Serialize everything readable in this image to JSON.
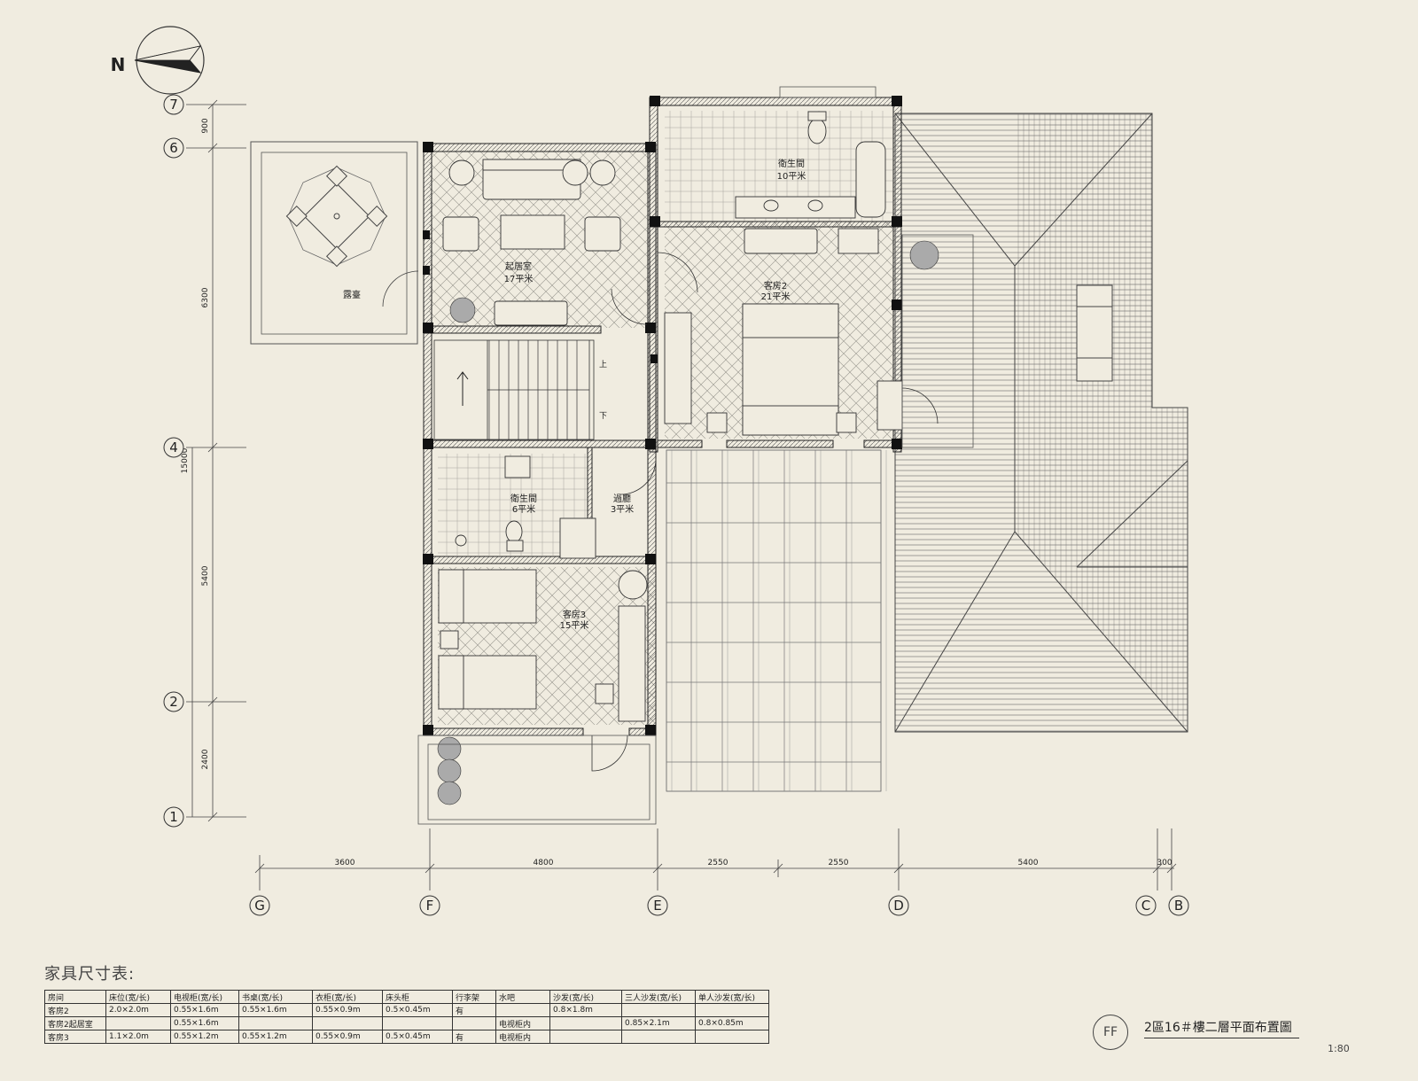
{
  "compass": {
    "north": "N"
  },
  "rooms": {
    "living": {
      "name": "起居室",
      "area": "17平米"
    },
    "bath_big": {
      "name": "衛生間",
      "area": "10平米"
    },
    "guest2": {
      "name": "客房2",
      "area": "21平米"
    },
    "terrace": {
      "name": "露臺"
    },
    "bath_small": {
      "name": "衛生間",
      "area": "6平米"
    },
    "corridor": {
      "name": "過廳",
      "area": "3平米"
    },
    "guest3": {
      "name": "客房3",
      "area": "15平米"
    },
    "stair_up": "上",
    "stair_down": "下"
  },
  "axes": {
    "left": [
      "7",
      "6",
      "4",
      "2",
      "1"
    ],
    "bottom": [
      "G",
      "F",
      "E",
      "D",
      "C",
      "B"
    ]
  },
  "dimensions": {
    "left": [
      "900",
      "6300",
      "15000",
      "5400",
      "2400"
    ],
    "bottom": [
      "3600",
      "4800",
      "2550",
      "2550",
      "5400",
      "300"
    ]
  },
  "furniture": {
    "title": "家具尺寸表:",
    "headers": [
      "房间",
      "床位(宽/长)",
      "电视柜(宽/长)",
      "书桌(宽/长)",
      "衣柜(宽/长)",
      "床头柜",
      "行李架",
      "水吧",
      "沙发(宽/长)",
      "三人沙发(宽/长)",
      "单人沙发(宽/长)"
    ],
    "rows": [
      [
        "客房2",
        "2.0×2.0m",
        "0.55×1.6m",
        "0.55×1.6m",
        "0.55×0.9m",
        "0.5×0.45m",
        "有",
        "",
        "0.8×1.8m",
        "",
        ""
      ],
      [
        "客房2起居室",
        "",
        "0.55×1.6m",
        "",
        "",
        "",
        "",
        "电视柜内",
        "",
        "0.85×2.1m",
        "0.8×0.85m"
      ],
      [
        "客房3",
        "1.1×2.0m",
        "0.55×1.2m",
        "0.55×1.2m",
        "0.55×0.9m",
        "0.5×0.45m",
        "有",
        "电视柜内",
        "",
        "",
        ""
      ]
    ]
  },
  "title_block": {
    "code": "FF",
    "title": "2區16＃樓二層平面布置圖",
    "scale": "1:80"
  },
  "colors": {
    "background": "#f0ece0",
    "line": "#333333",
    "wall": "#111111"
  }
}
